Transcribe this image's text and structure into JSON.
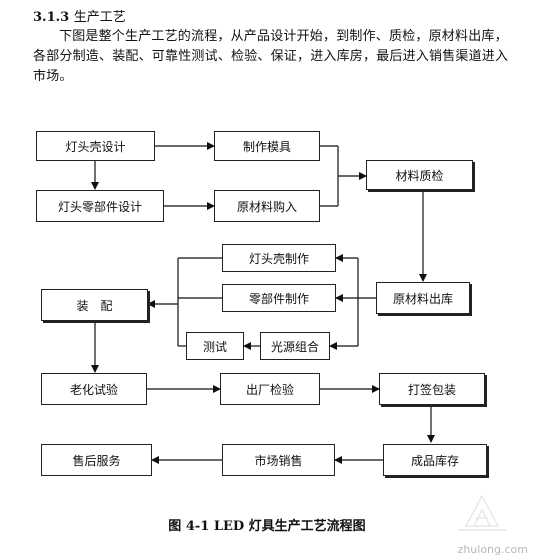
{
  "section": {
    "number": "3.1.3",
    "title": "生产工艺"
  },
  "paragraph": "下图是整个生产工艺的流程，从产品设计开始，到制作、质检，原材料出库，各部分制造、装配、可靠性测试、检验、保证，进入库房，最后进入销售渠道进入市场。",
  "flow": {
    "lamp_shell_design": "灯头壳设计",
    "make_mold": "制作模具",
    "parts_design": "灯头零部件设计",
    "raw_purchase": "原材料购入",
    "material_qc": "材料质检",
    "lamp_shell_make": "灯头壳制作",
    "assembly": "装　配",
    "parts_make": "零部件制作",
    "raw_out": "原材料出库",
    "test": "测试",
    "light_combo": "光源组合",
    "aging_test": "老化试验",
    "factory_check": "出厂检验",
    "packing": "打签包装",
    "after_sales": "售后服务",
    "market_sales": "市场销售",
    "product_stock": "成品库存"
  },
  "caption": "图 4-1 LED 灯具生产工艺流程图",
  "watermark_text": "zhulong.com"
}
